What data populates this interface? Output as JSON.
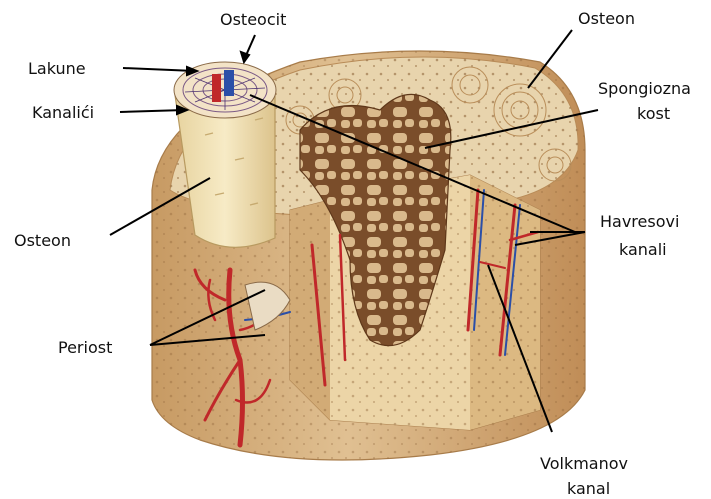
{
  "labels": {
    "osteocit": "Osteocit",
    "osteon_top": "Osteon",
    "lakune": "Lakune",
    "kanalici": "Kanalići",
    "spongiozna_1": "Spongiozna",
    "spongiozna_2": "kost",
    "osteon_left": "Osteon",
    "havresovi_1": "Havresovi",
    "havresovi_2": "kanali",
    "periost": "Periost",
    "volkmanov_1": "Volkmanov",
    "volkmanov_2": "kanal"
  },
  "colors": {
    "bone_outer": "#dcb987",
    "bone_top": "#e8d4ad",
    "bone_shadow": "#c79a63",
    "osteon_cylinder": "#f1e2b4",
    "spongy_bone": "#7a4d2a",
    "spongy_fill": "#d9b98c",
    "artery": "#c0282a",
    "vein": "#2b4fa8",
    "leader_line": "#000000"
  }
}
